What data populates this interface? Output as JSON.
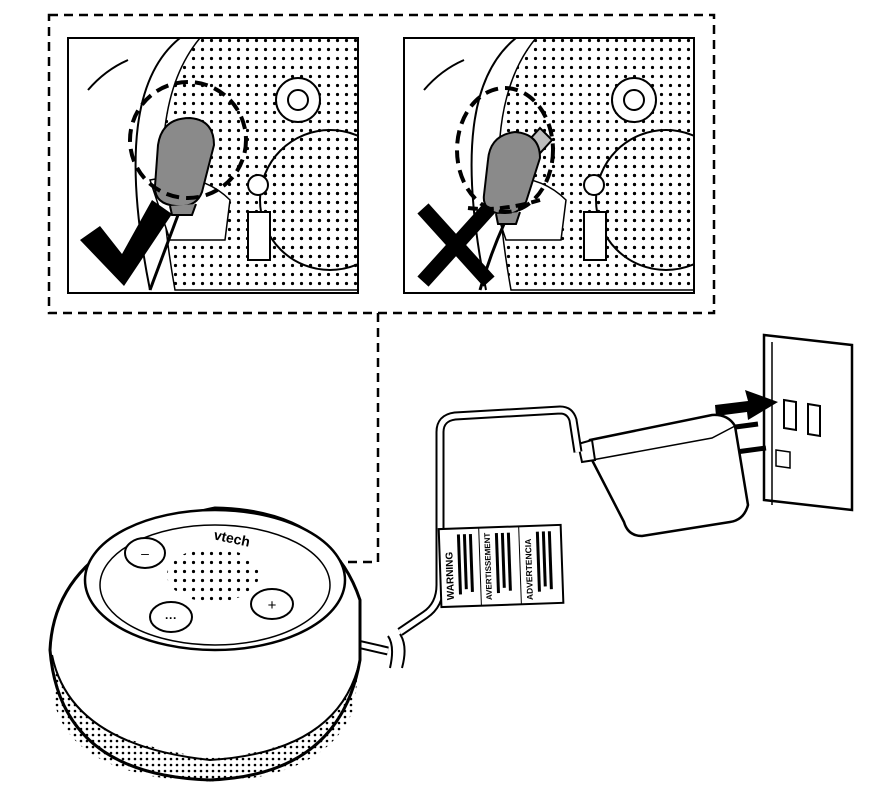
{
  "device": {
    "brand": "vtech",
    "button_minus": "–",
    "button_plus": "+",
    "button_menu": "···"
  },
  "label": {
    "warning": "WARNING",
    "avertissement": "AVERTISSEMENT",
    "advertencia": "ADVERTENCIA"
  },
  "icons": {
    "correct": "checkmark-icon",
    "incorrect": "cross-icon",
    "direction": "arrow-icon"
  },
  "colors": {
    "line": "#000000",
    "plug": "#8a8a8a",
    "background": "#ffffff"
  }
}
